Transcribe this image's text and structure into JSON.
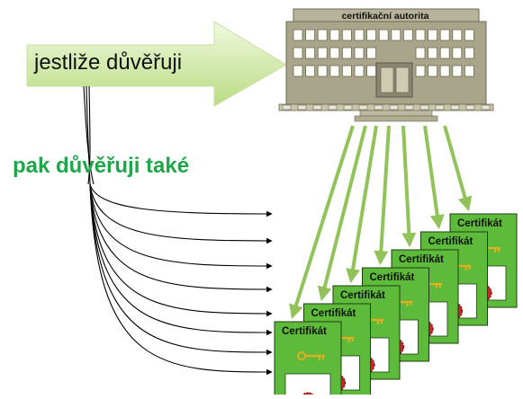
{
  "diagram": {
    "premise": "jestliže důvěřuji",
    "conclusion": "pak důvěřuji také",
    "authority": "certifikační autorita",
    "certificate_label": "Certifikát",
    "certificate_count": 7,
    "colors": {
      "arrow_fill": "#cfe6a0",
      "conclusion_text": "#1fa54a",
      "certificate_green": "#5dba3a",
      "building": "#a9a58a",
      "issue_arrows": "#92c25a",
      "seal_red": "#c62828",
      "key_gold": "#e0b020"
    },
    "icons": [
      "building-icon",
      "certificate-icon",
      "key-icon",
      "seal-icon"
    ]
  }
}
